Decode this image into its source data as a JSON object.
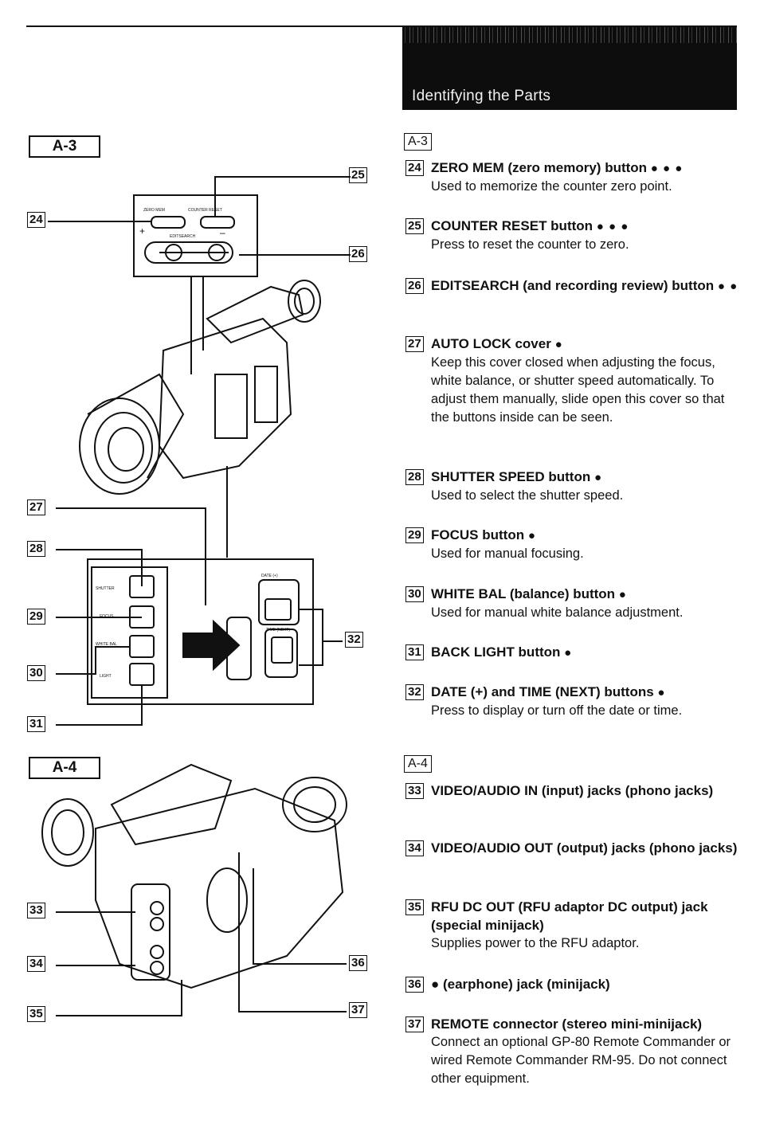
{
  "header": {
    "title": "Identifying the Parts"
  },
  "left": {
    "a3_label": "A-3",
    "a4_label": "A-4",
    "panel_top": {
      "zero_mem": "ZERO MEM",
      "counter_reset": "COUNTER RESET",
      "editsearch": "EDITSEARCH",
      "plus": "+",
      "minus": "–"
    },
    "panel_bottom": {
      "shutter": "SHUTTER",
      "focus": "FOCUS",
      "white_bal": "WHITE BAL",
      "light": "LIGHT",
      "date": "DATE (+)",
      "time": "TIME (NEXT)"
    },
    "callouts": [
      "24",
      "25",
      "26",
      "27",
      "28",
      "29",
      "30",
      "31",
      "32",
      "33",
      "34",
      "35",
      "36",
      "37"
    ]
  },
  "right": {
    "a3_label": "A-3",
    "a4_label": "A-4",
    "entries": [
      {
        "num": "24",
        "title": "ZERO MEM (zero memory) button",
        "refs": "● ● ●",
        "desc": "Used to memorize the counter zero point."
      },
      {
        "num": "25",
        "title": "COUNTER RESET button",
        "refs": "● ● ●",
        "desc": "Press to reset the counter to zero."
      },
      {
        "num": "26",
        "title": "EDITSEARCH (and recording review) button",
        "refs": "● ●",
        "desc": ""
      },
      {
        "num": "27",
        "title": "AUTO LOCK cover",
        "refs": "●",
        "desc": "Keep this cover closed when adjusting the focus, white balance, or shutter speed automatically. To adjust them manually, slide open this cover so that the buttons inside can be seen."
      },
      {
        "num": "28",
        "title": "SHUTTER SPEED button",
        "refs": "●",
        "desc": "Used to select the shutter speed."
      },
      {
        "num": "29",
        "title": "FOCUS button",
        "refs": "●",
        "desc": "Used for manual focusing."
      },
      {
        "num": "30",
        "title": "WHITE BAL (balance) button",
        "refs": "●",
        "desc": "Used for manual white balance adjustment."
      },
      {
        "num": "31",
        "title": "BACK LIGHT button",
        "refs": "●",
        "desc": ""
      },
      {
        "num": "32",
        "title": "DATE (+) and TIME (NEXT) buttons",
        "refs": "●",
        "desc": "Press to display or turn off the date or time."
      },
      {
        "num": "33",
        "title": "VIDEO/AUDIO IN (input) jacks (phono jacks)",
        "refs": "",
        "desc": ""
      },
      {
        "num": "34",
        "title": "VIDEO/AUDIO OUT (output) jacks (phono jacks)",
        "refs": "",
        "desc": ""
      },
      {
        "num": "35",
        "title": "RFU DC OUT (RFU adaptor DC output) jack (special minijack)",
        "refs": "",
        "desc": "Supplies power to the RFU adaptor."
      },
      {
        "num": "36",
        "title": "● (earphone) jack (minijack)",
        "refs": "",
        "desc": ""
      },
      {
        "num": "37",
        "title": "REMOTE connector (stereo mini-minijack)",
        "refs": "",
        "desc": "Connect an optional GP-80 Remote Commander or wired Remote Commander RM-95. Do not connect other equipment."
      }
    ]
  }
}
